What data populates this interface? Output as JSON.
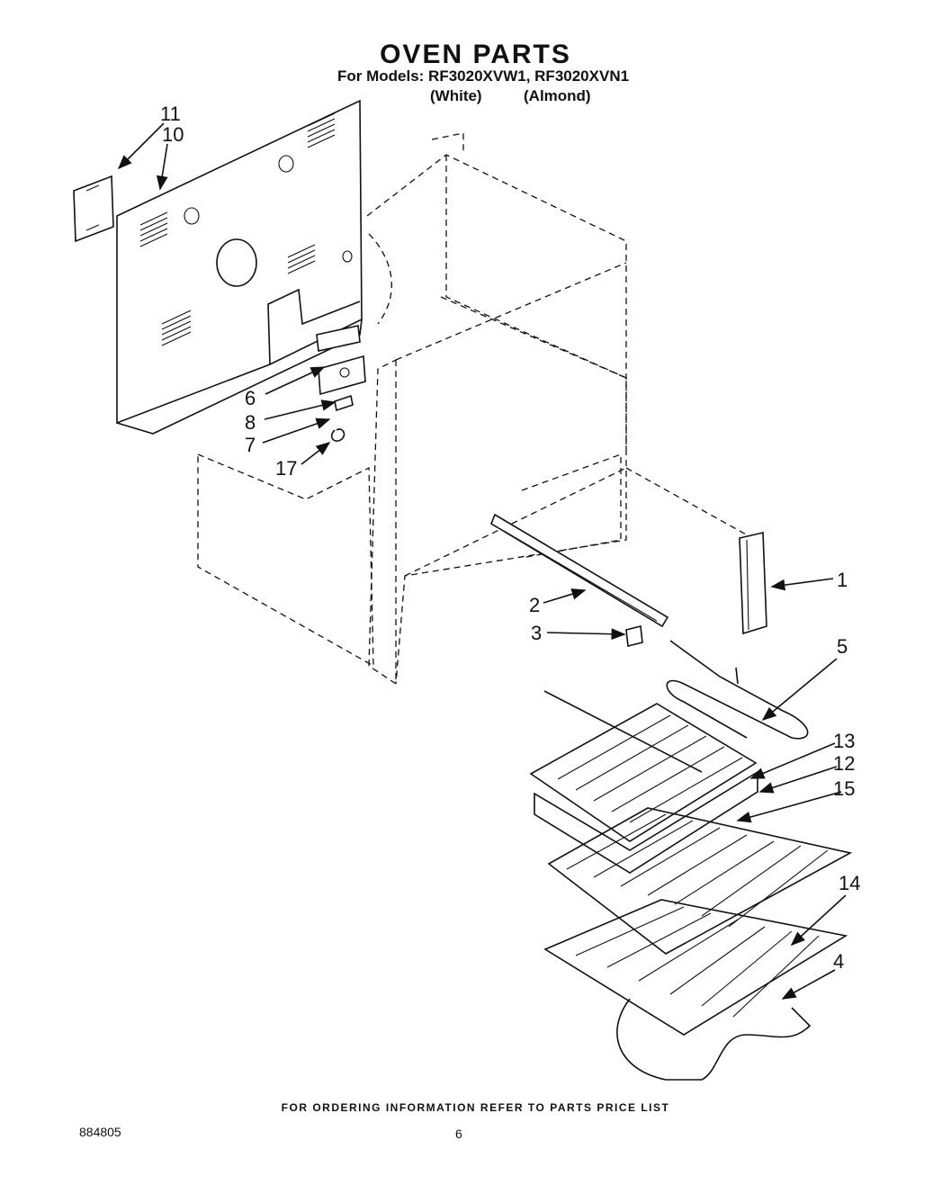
{
  "header": {
    "title": "OVEN PARTS",
    "models_line": "For Models: RF3020XVW1, RF3020XVN1",
    "color_white": "(White)",
    "color_almond": "(Almond)"
  },
  "callouts": {
    "c1": "1",
    "c2": "2",
    "c3": "3",
    "c4": "4",
    "c5": "5",
    "c6": "6",
    "c7": "7",
    "c8": "8",
    "c10": "10",
    "c11": "11",
    "c12": "12",
    "c13": "13",
    "c14": "14",
    "c15": "15",
    "c17": "17"
  },
  "footer": {
    "note": "FOR ORDERING INFORMATION REFER TO PARTS PRICE LIST",
    "doc_number": "884805",
    "page_number": "6"
  }
}
